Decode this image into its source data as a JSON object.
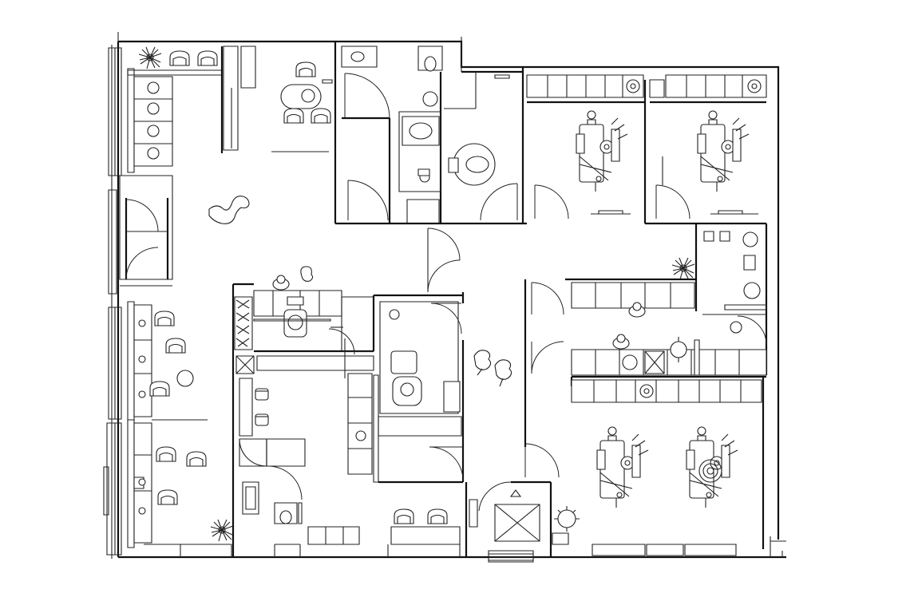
{
  "plan": {
    "rooms": [
      {
        "id": "waiting-area",
        "seating": "armchairs"
      },
      {
        "id": "staff-room",
        "seating": "round-table"
      },
      {
        "id": "restrooms",
        "fixtures": [
          "toilet",
          "sink",
          "accessible-toilet"
        ]
      },
      {
        "id": "treatment-room-1",
        "equipment": "dental-chair"
      },
      {
        "id": "treatment-room-2",
        "equipment": "dental-chair"
      },
      {
        "id": "reception",
        "equipment": "reception-desk"
      },
      {
        "id": "consult-room",
        "equipment": "salon-chair"
      },
      {
        "id": "sterilization-lab",
        "equipment": "counters"
      },
      {
        "id": "open-treatment-area",
        "equipment": "dental-chairs"
      },
      {
        "id": "elevator-lobby",
        "equipment": "elevator"
      }
    ]
  },
  "colors": {
    "line": "#111111",
    "background": "#ffffff"
  }
}
